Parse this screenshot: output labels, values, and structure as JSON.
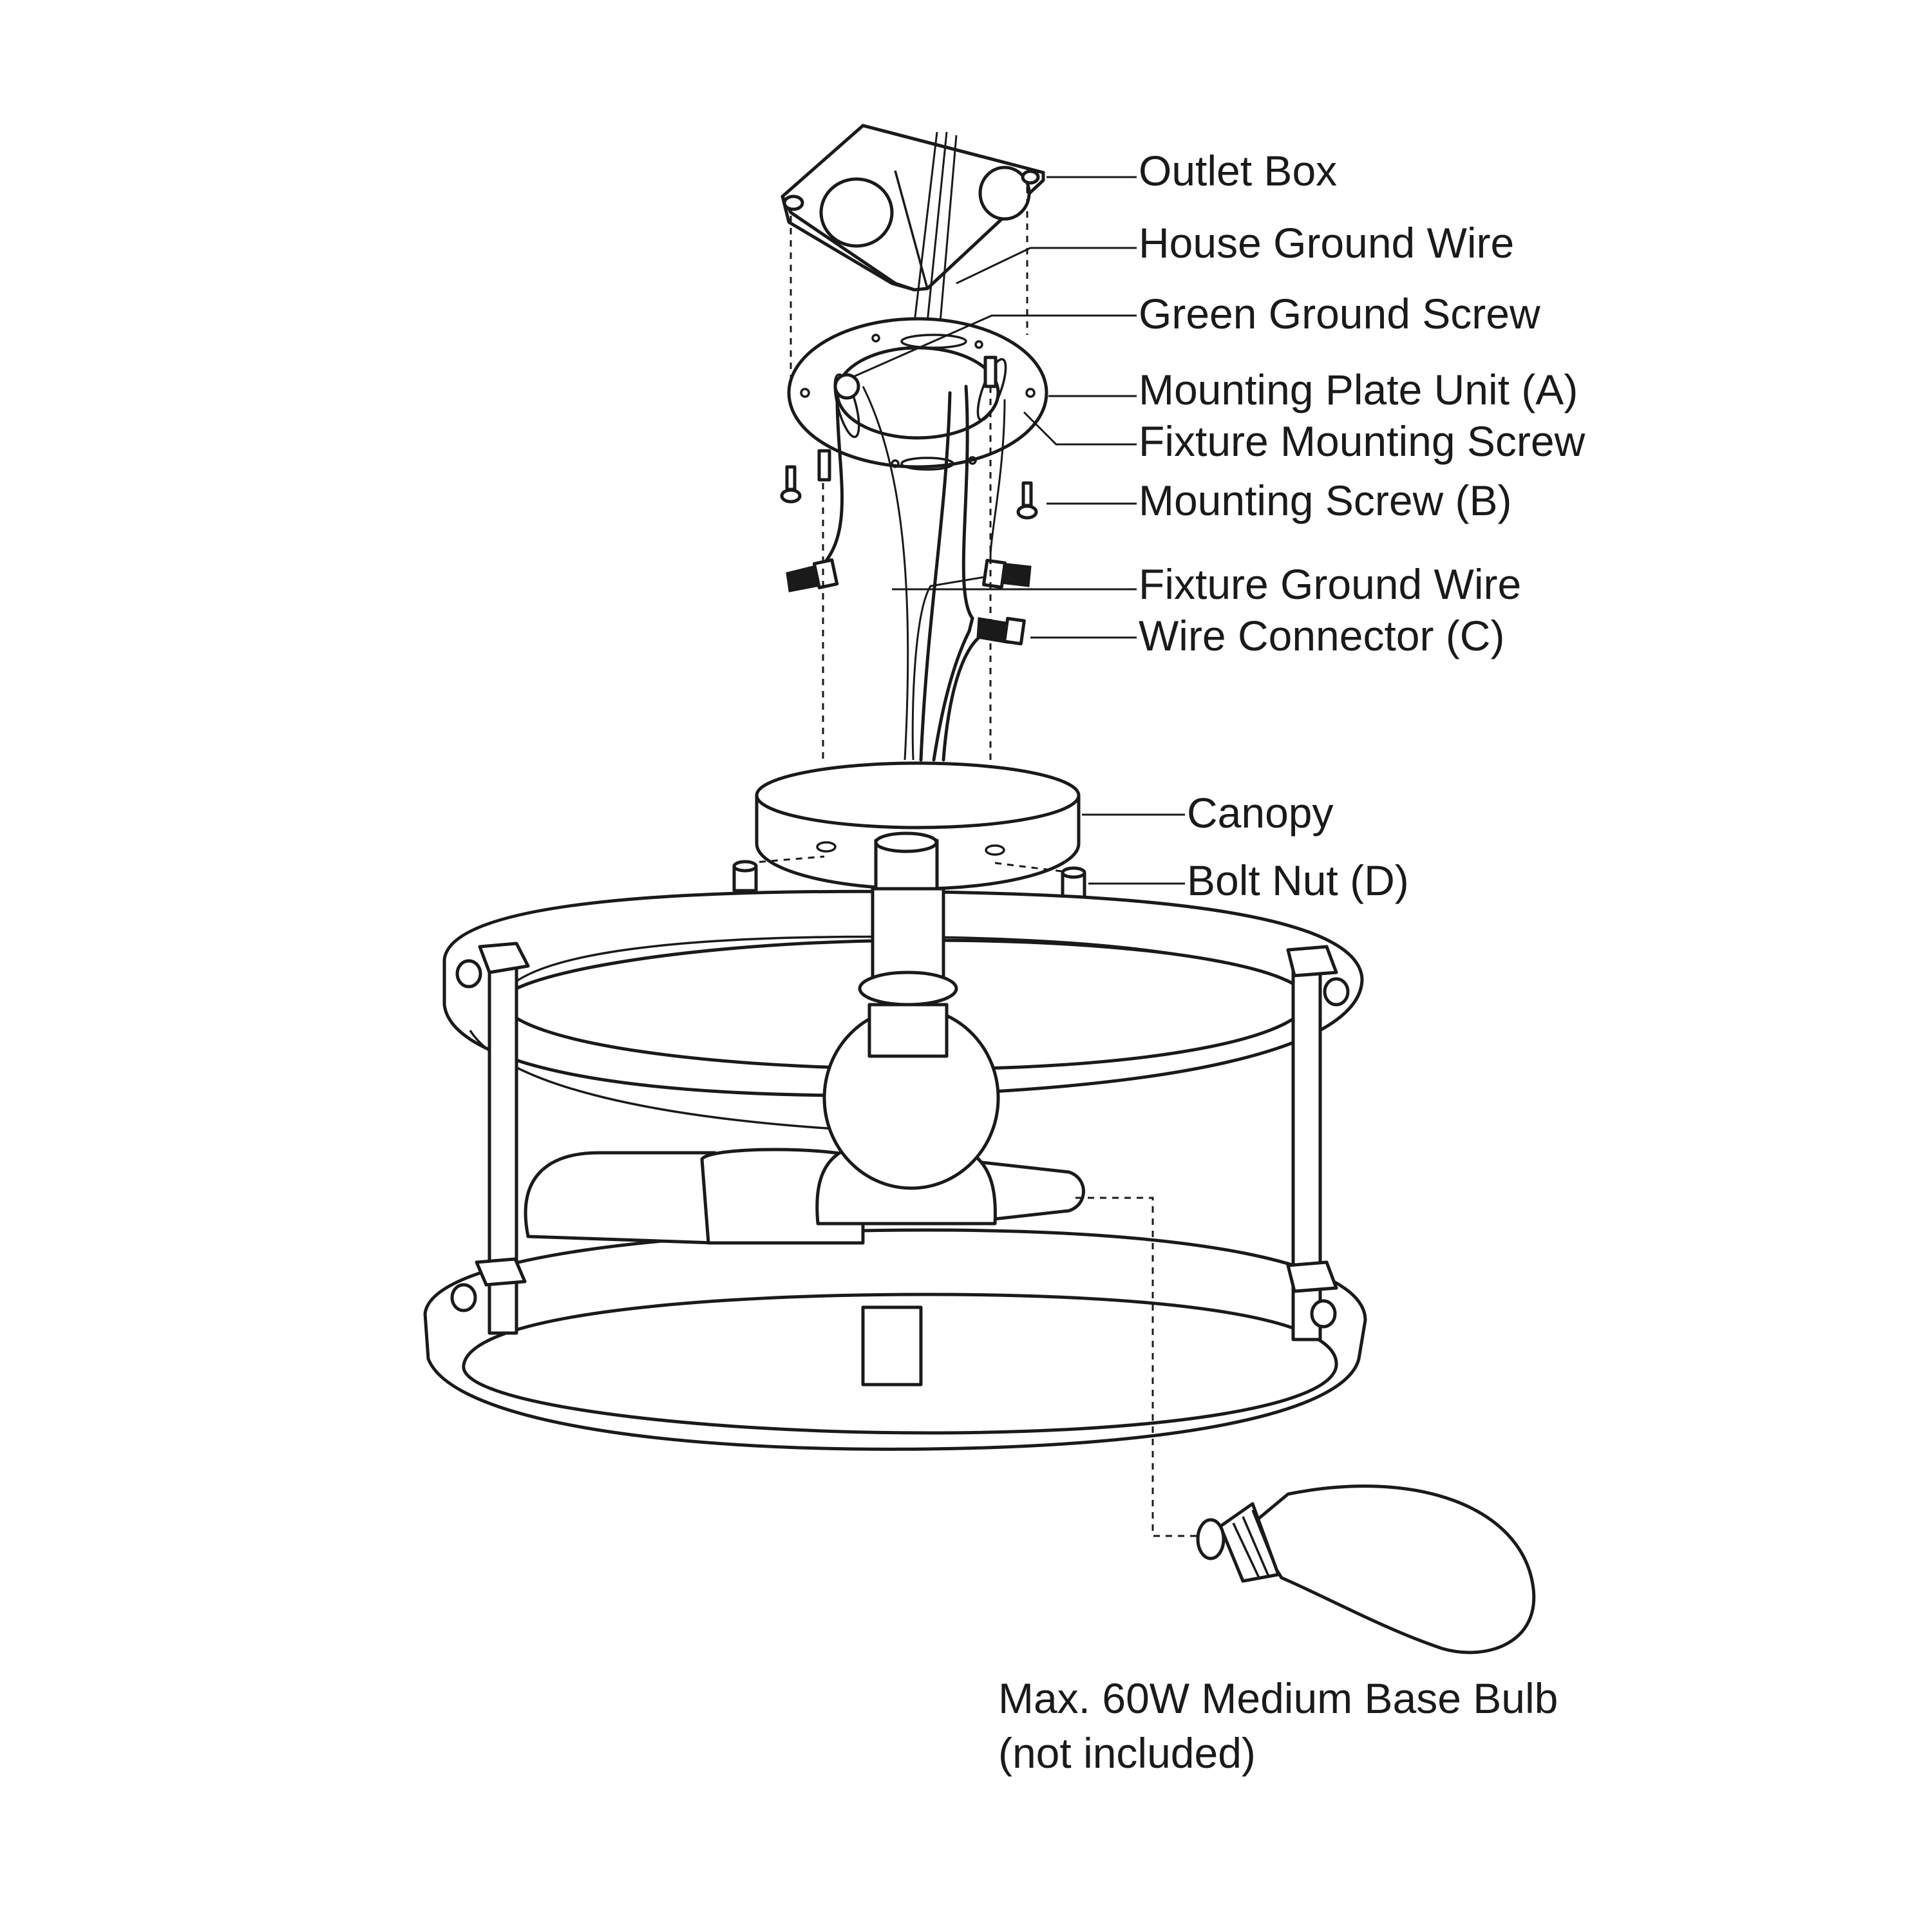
{
  "labels": {
    "outlet_box": "Outlet Box",
    "house_ground_wire": "House Ground Wire",
    "green_ground_screw": "Green Ground Screw",
    "mounting_plate_unit": "Mounting Plate Unit (A)",
    "fixture_mounting_screw": "Fixture Mounting Screw",
    "mounting_screw": "Mounting Screw (B)",
    "fixture_ground_wire": "Fixture Ground Wire",
    "wire_connector": "Wire Connector (C)",
    "canopy": "Canopy",
    "bolt_nut": "Bolt Nut (D)",
    "bulb_line1": "Max. 60W Medium Base Bulb",
    "bulb_line2": "(not included)"
  }
}
